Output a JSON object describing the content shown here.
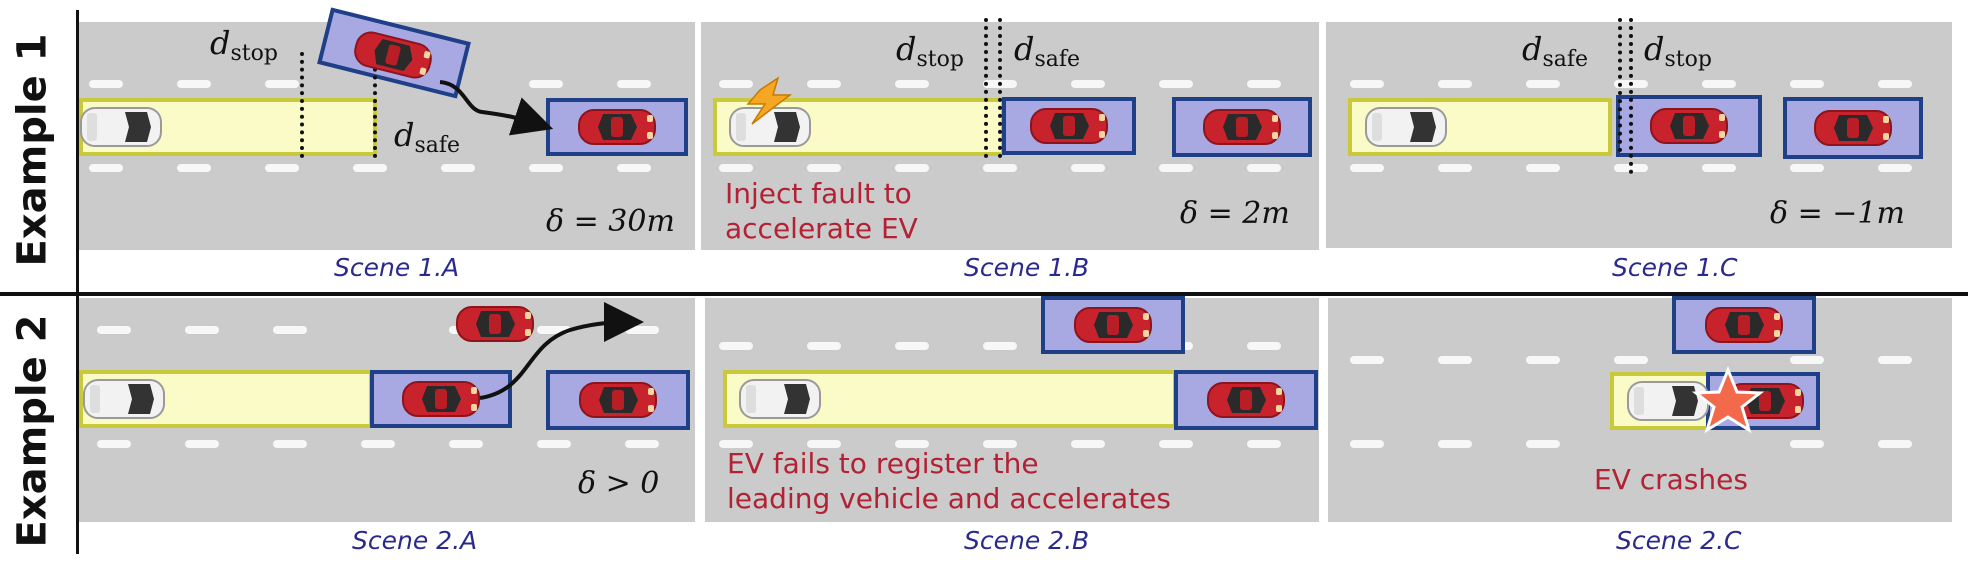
{
  "rows": [
    {
      "label": "Example 1",
      "scenes": [
        {
          "caption": "Scene 1.A",
          "delta": "δ = 30m",
          "d_stop": "d",
          "d_stop_sub": "stop",
          "d_safe": "d",
          "d_safe_sub": "safe"
        },
        {
          "caption": "Scene 1.B",
          "delta": "δ = 2m",
          "d_stop": "d",
          "d_stop_sub": "stop",
          "d_safe": "d",
          "d_safe_sub": "safe",
          "note": [
            "Inject fault to",
            "accelerate EV"
          ]
        },
        {
          "caption": "Scene 1.C",
          "delta": "δ = −1m",
          "d_safe": "d",
          "d_safe_sub": "safe",
          "d_stop": "d",
          "d_stop_sub": "stop"
        }
      ]
    },
    {
      "label": "Example 2",
      "scenes": [
        {
          "caption": "Scene 2.A",
          "delta": "δ > 0"
        },
        {
          "caption": "Scene 2.B",
          "note": [
            "EV fails to register the",
            "leading vehicle and accelerates"
          ]
        },
        {
          "caption": "Scene 2.C",
          "note": [
            "EV crashes"
          ]
        }
      ]
    }
  ],
  "colors": {
    "road": "#cbcbcb",
    "safe_zone_fill": "#fbfbc7",
    "safe_zone_border": "#c9c93c",
    "vehicle_box_fill": "#a8a8e3",
    "vehicle_box_border": "#1f3f86",
    "red_car": "#c8232c",
    "ev_car": "#f2f2f2",
    "note_text": "#b22234",
    "caption_text": "#2a2a8c",
    "crash_star": "#f26a4b",
    "fault_bolt": "#f5a623"
  },
  "icons": [
    "ev-car-icon",
    "red-car-icon",
    "lightning-bolt-icon",
    "crash-star-icon",
    "trajectory-arrow-icon"
  ]
}
